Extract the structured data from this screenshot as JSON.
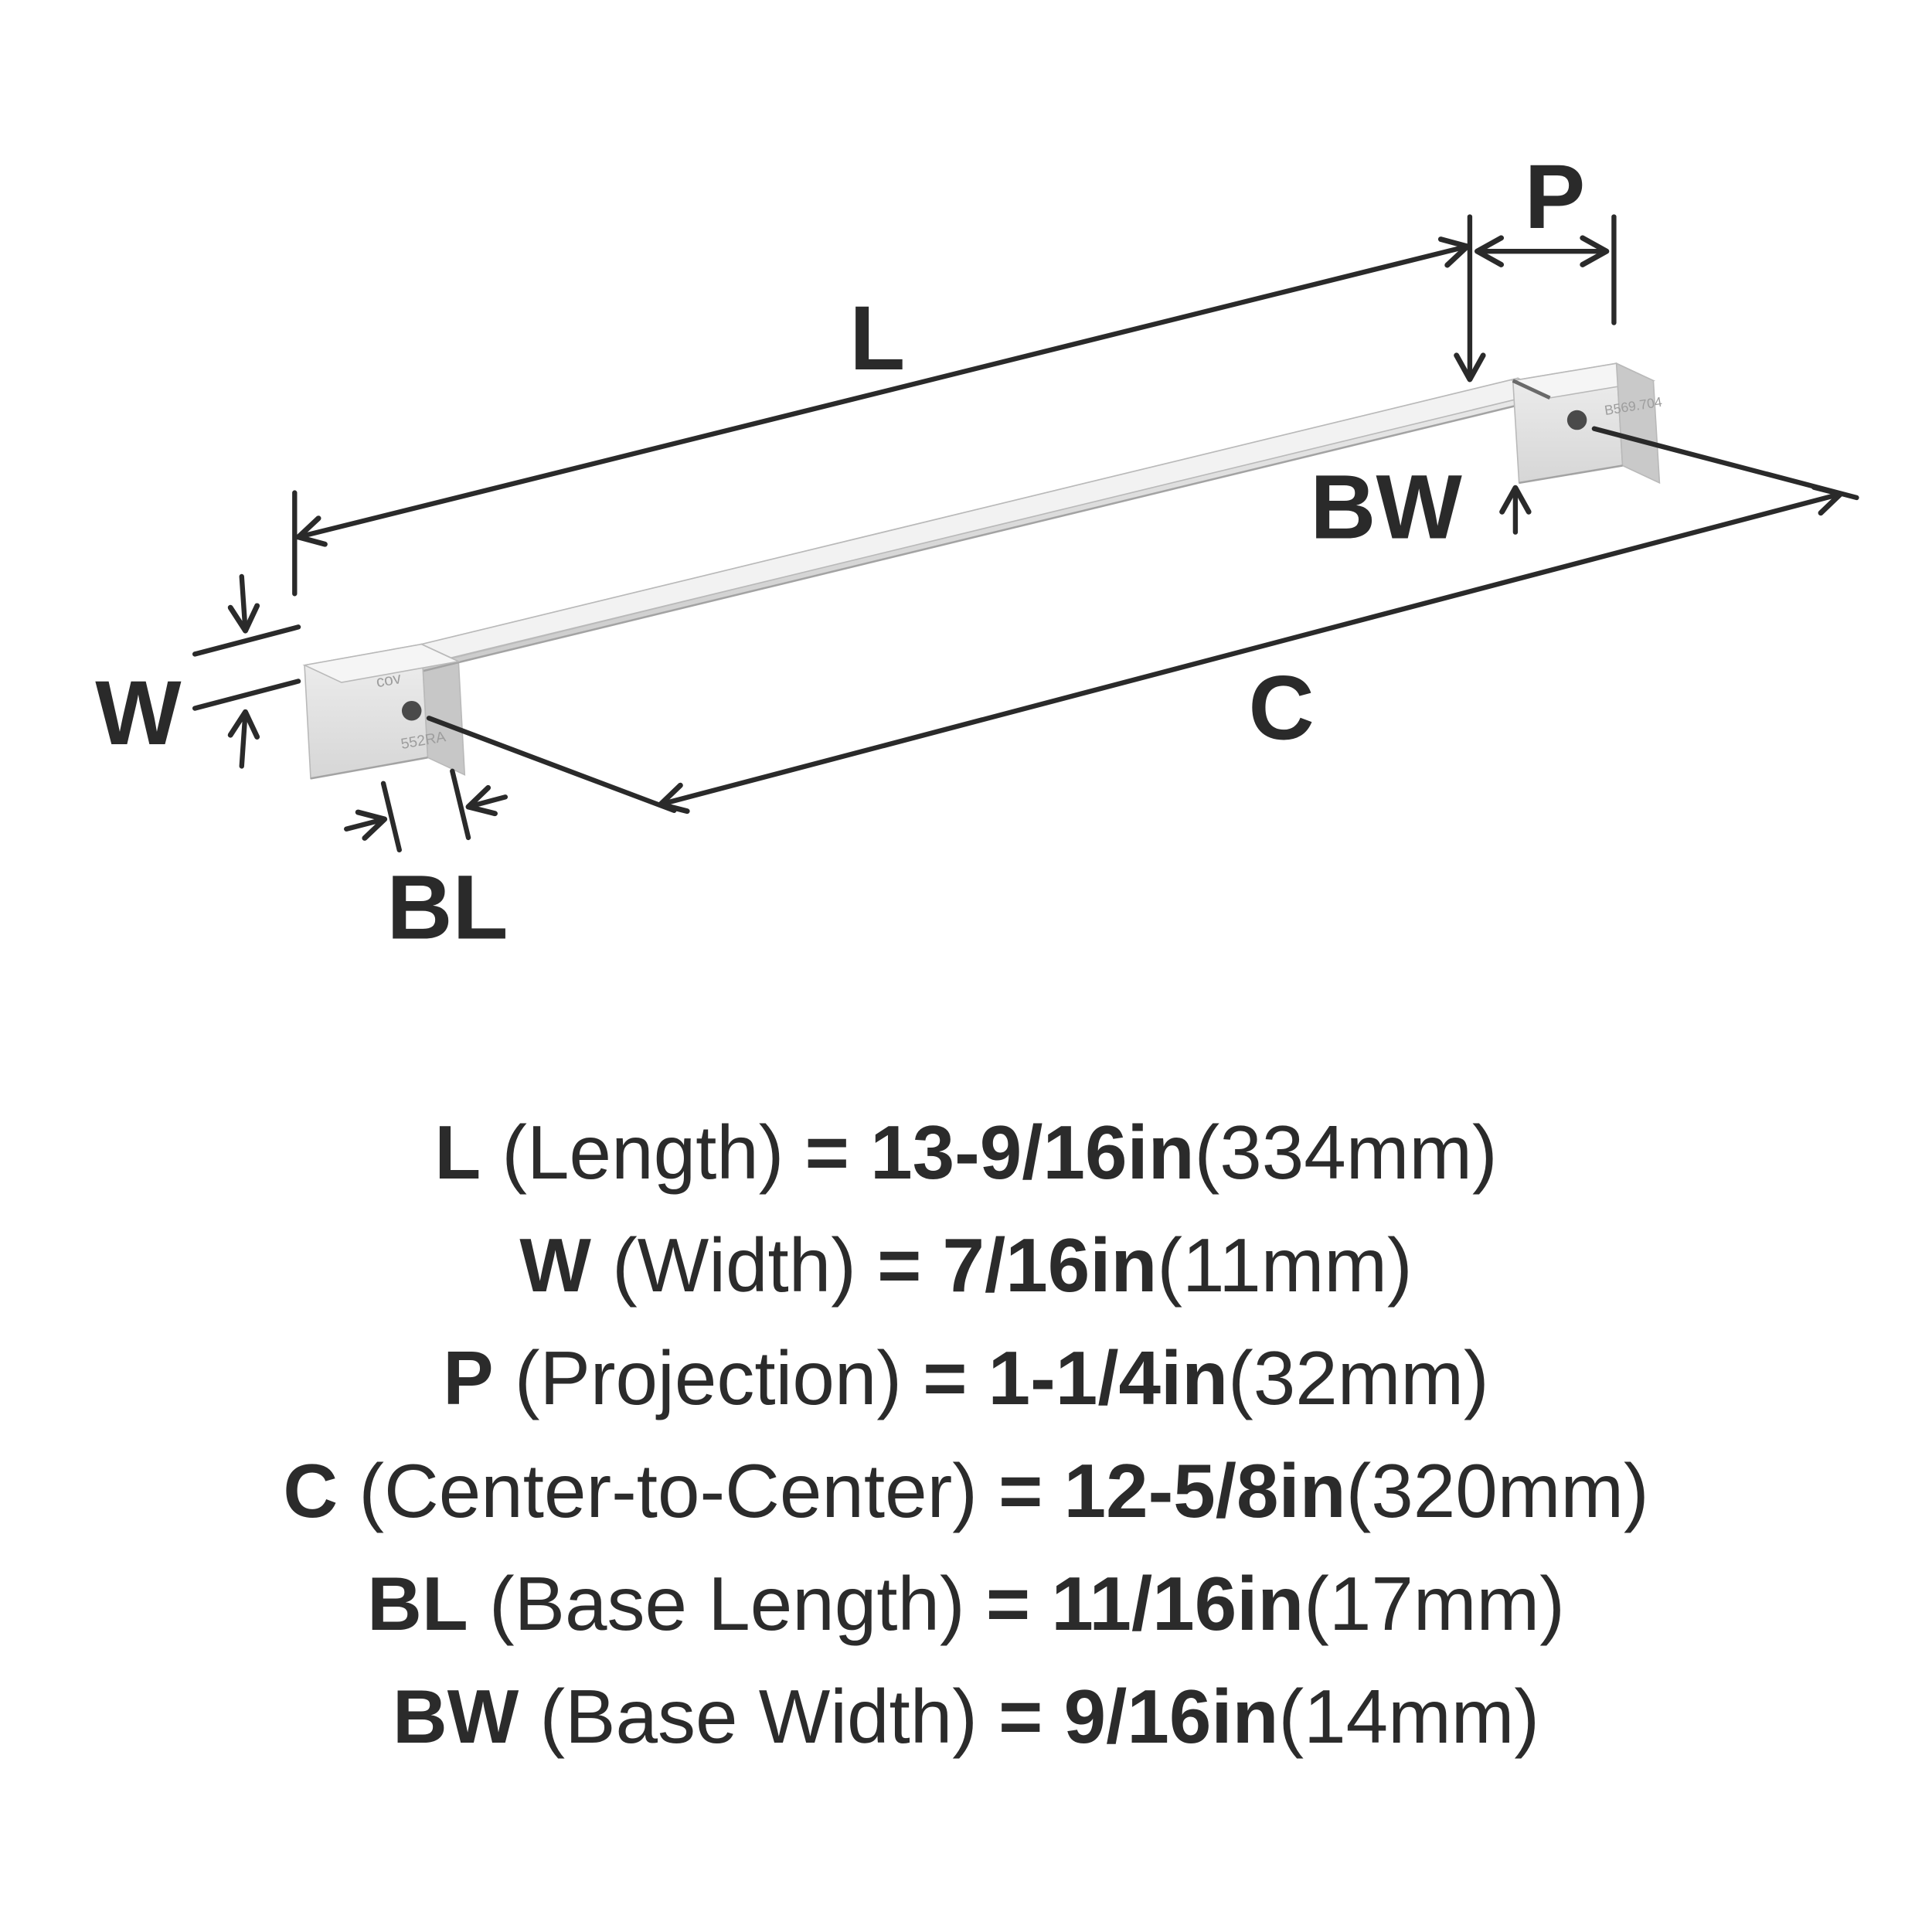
{
  "page_title": "Appliance pull dimension diagram",
  "diagram": {
    "dim_labels": {
      "L": "L",
      "P": "P",
      "W": "W",
      "BW": "BW",
      "C": "C",
      "BL": "BL"
    },
    "engravings": {
      "left_foot_line1": "cov",
      "left_foot_line2": "552RA",
      "right_foot": "B569.704"
    }
  },
  "specs": [
    {
      "symbol": "L",
      "name": "(Length)",
      "equals": "=",
      "value": "13-9/16in",
      "metric": "(334mm)"
    },
    {
      "symbol": "W",
      "name": "(Width)",
      "equals": "=",
      "value": "7/16in",
      "metric": "(11mm)"
    },
    {
      "symbol": "P",
      "name": "(Projection)",
      "equals": "=",
      "value": "1-1/4in",
      "metric": "(32mm)"
    },
    {
      "symbol": "C",
      "name": "(Center-to-Center)",
      "equals": "=",
      "value": "12-5/8in",
      "metric": "(320mm)"
    },
    {
      "symbol": "BL",
      "name": "(Base Length)",
      "equals": "=",
      "value": "11/16in",
      "metric": "(17mm)"
    },
    {
      "symbol": "BW",
      "name": "(Base Width)",
      "equals": "=",
      "value": "9/16in",
      "metric": "(14mm)"
    }
  ],
  "colors": {
    "ink": "#2a2a2a",
    "metal_light": "#f4f4f4",
    "metal_mid": "#dedede",
    "metal_dark": "#c7c7c7"
  }
}
